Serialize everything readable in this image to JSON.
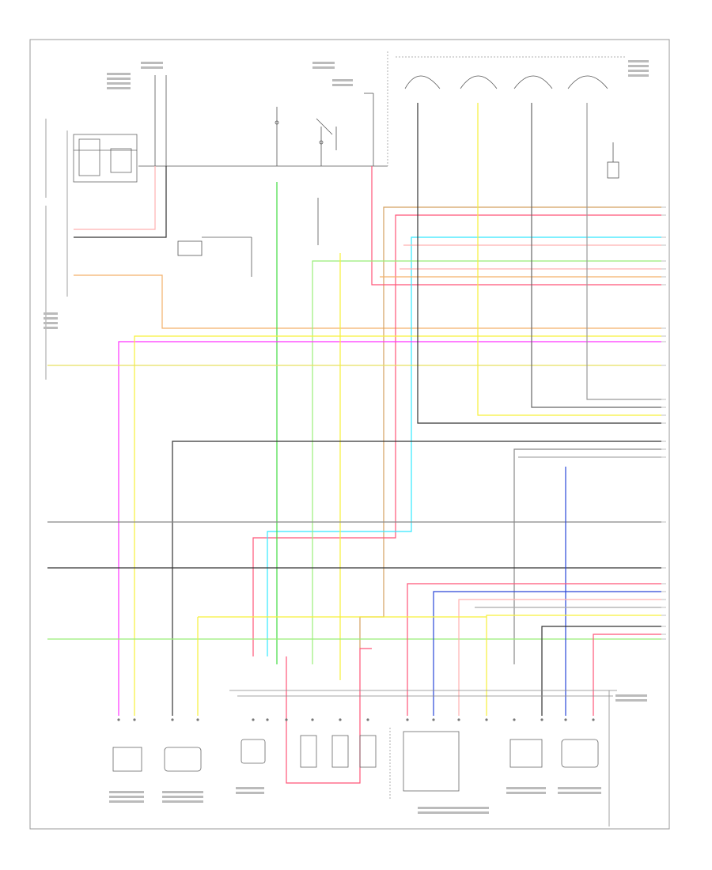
{
  "figure": {
    "id": "",
    "colors": {
      "frame": "#9a9a9a",
      "wire_black": "#222222",
      "wire_gray": "#666666",
      "wire_red": "#ff5577",
      "wire_pink": "#ffb0b0",
      "wire_orange": "#f4b06a",
      "wire_tan": "#d4a060",
      "wire_yellow": "#f6f03a",
      "wire_green": "#44dd44",
      "wire_light_green": "#99ee77",
      "wire_cyan": "#33e8ff",
      "wire_blue": "#2a46d8",
      "wire_magenta": "#ff33ff"
    },
    "components": [
      {
        "name": "fuse-block",
        "icon": "fuse-block-icon"
      },
      {
        "name": "ignition-switch",
        "icon": "switch-icon"
      },
      {
        "name": "relay",
        "icon": "relay-icon"
      },
      {
        "name": "transmission-range-sensor",
        "icon": "sensor-icon"
      },
      {
        "name": "input-speed-sensor",
        "icon": "sensor-icon"
      },
      {
        "name": "output-speed-sensor",
        "icon": "sensor-icon"
      },
      {
        "name": "shift-solenoid-a",
        "icon": "solenoid-icon"
      },
      {
        "name": "shift-solenoid-b",
        "icon": "solenoid-icon"
      },
      {
        "name": "pressure-control-solenoid",
        "icon": "solenoid-icon"
      },
      {
        "name": "tcc-solenoid",
        "icon": "solenoid-icon"
      },
      {
        "name": "automatic-transmission-assembly",
        "icon": "connector-icon"
      }
    ]
  }
}
